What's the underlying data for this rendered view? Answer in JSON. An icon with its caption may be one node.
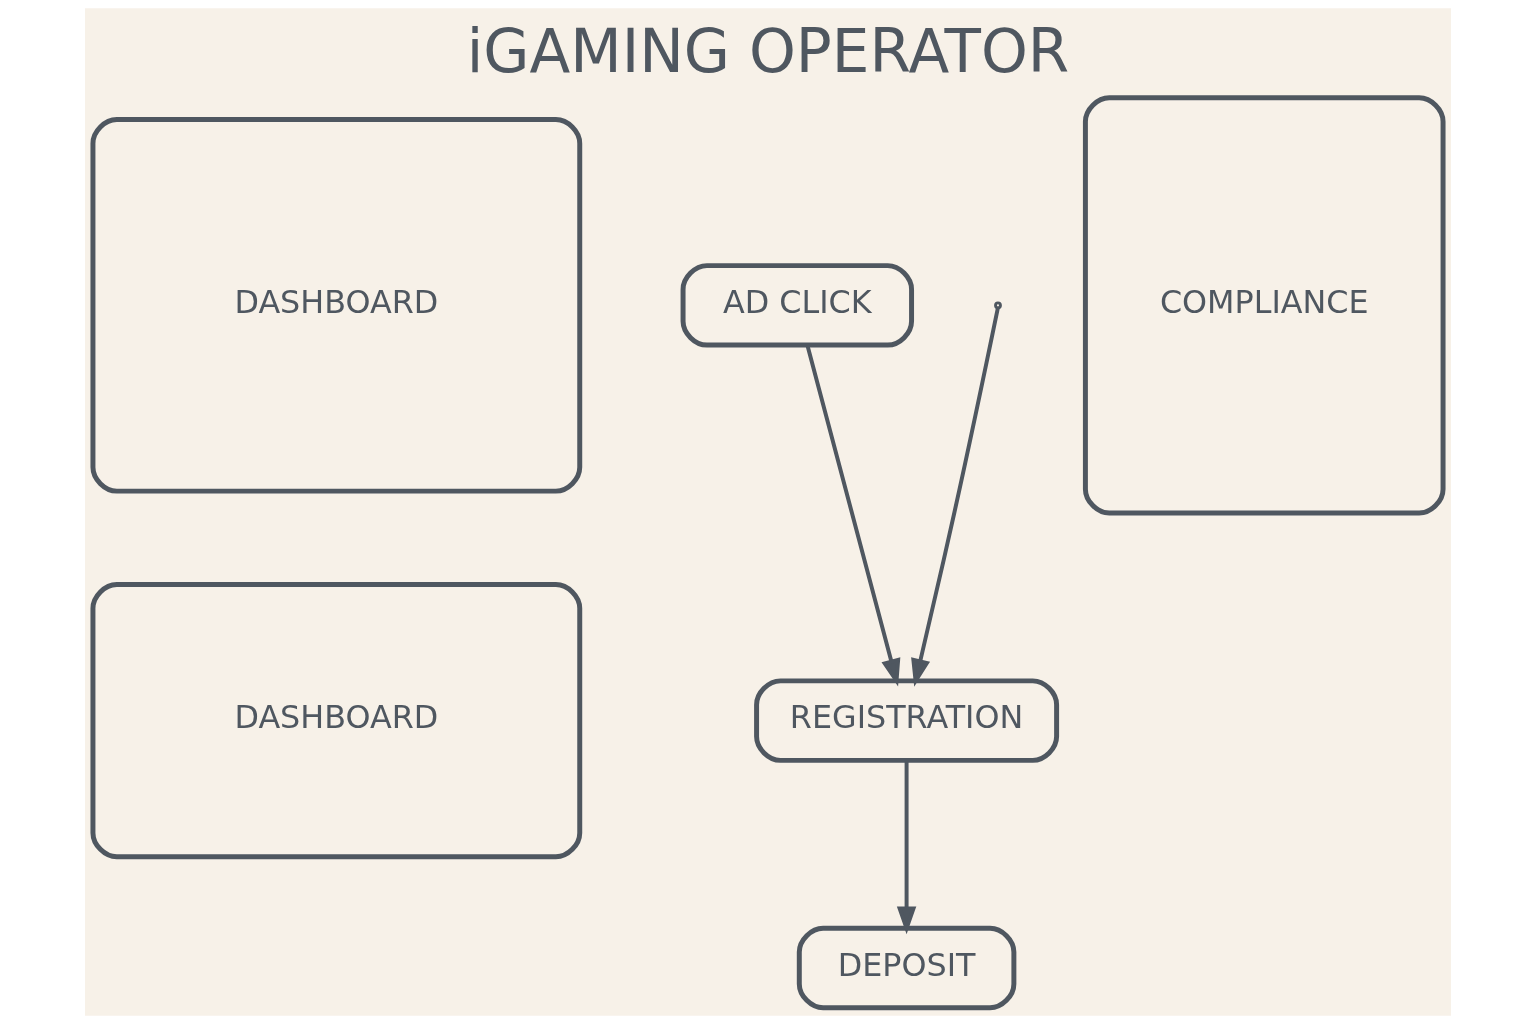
{
  "diagram": {
    "title": "iGAMING OPERATOR",
    "nodes": [
      {
        "text": [
          "DASHBOARD"
        ]
      },
      {
        "text": [
          "DASHBOARD"
        ]
      },
      {
        "text": [
          "AD CLICK"
        ]
      },
      {
        "text": [
          "REGISTRATION"
        ]
      },
      {
        "text": [
          "DEPOSIT"
        ]
      },
      {
        "text": [
          "COMPLIANCE"
        ]
      }
    ],
    "edges": [
      {
        "from": 2,
        "to": 3,
        "arrow": "to"
      },
      {
        "from": null,
        "to": 3,
        "arrow": "to"
      },
      {
        "from": 3,
        "to": 4,
        "arrow": "to"
      }
    ]
  }
}
